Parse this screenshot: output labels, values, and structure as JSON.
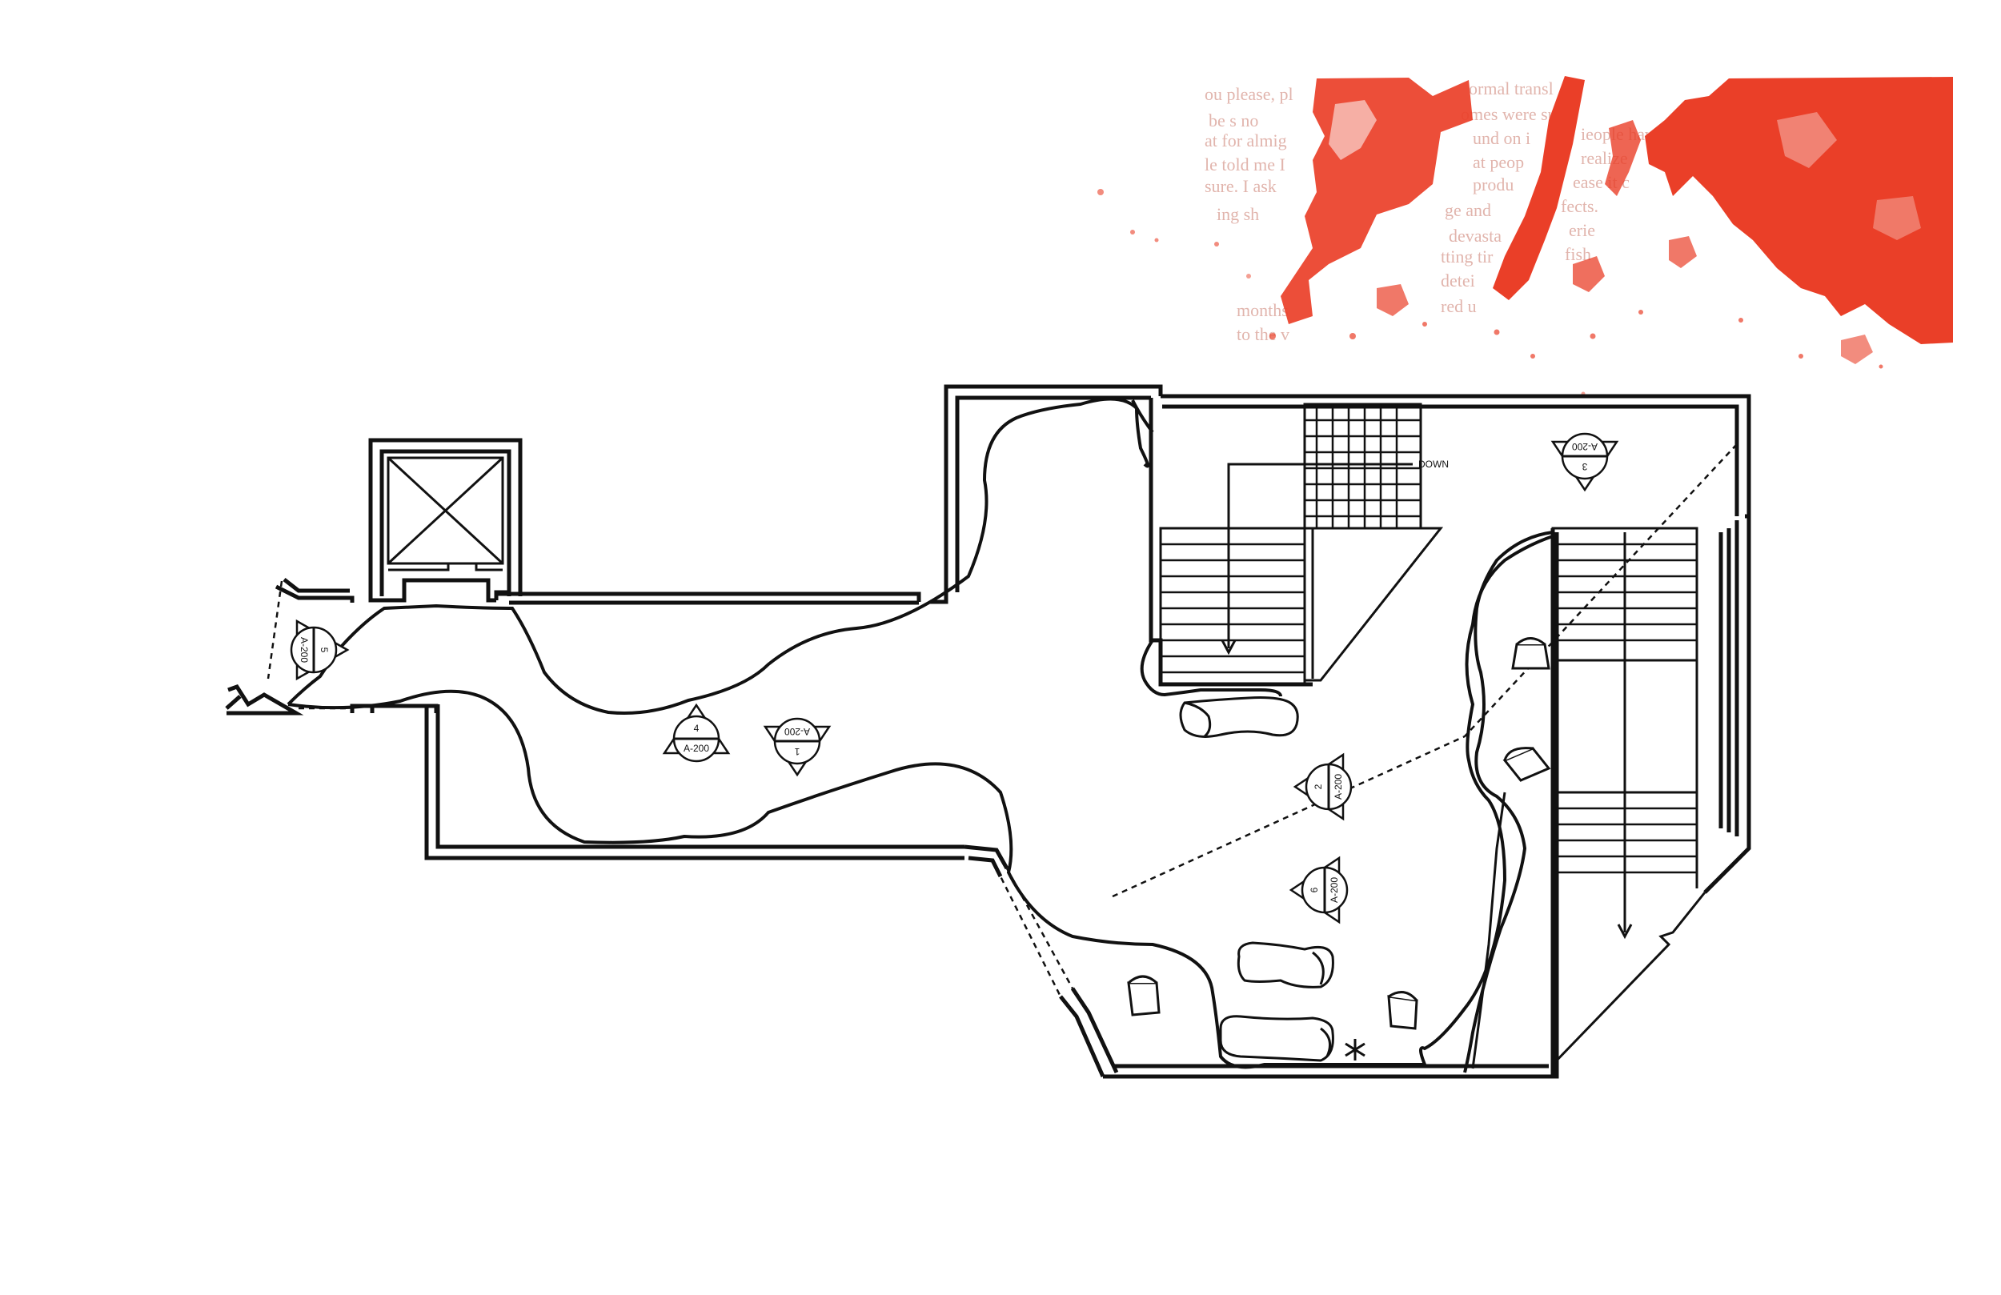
{
  "colors": {
    "line": "#111111",
    "paint": "#ea3f28",
    "background": "#ffffff"
  },
  "collage": {
    "text_fragments": [
      "ou please, pl",
      "ormal transl",
      "be s no",
      "omes were su",
      "at for almig",
      "und on i",
      "ieople have",
      "le told me I",
      "at peop",
      "realize",
      "sure. I ask",
      "produ",
      "ease it c",
      "ing sh",
      "ge and",
      "fects.",
      "devasta",
      "erie",
      "tting tir",
      "fish",
      "detei",
      "months",
      "red u",
      "to the v"
    ]
  },
  "plan": {
    "stair_label": "DOWN",
    "section_tags": [
      {
        "number": "5",
        "sheet": "A-200"
      },
      {
        "number": "4",
        "sheet": "A-200"
      },
      {
        "number": "1",
        "sheet": "A-200"
      },
      {
        "number": "3",
        "sheet": "A-200"
      },
      {
        "number": "2",
        "sheet": "A-200"
      },
      {
        "number": "6",
        "sheet": "A-200"
      }
    ]
  }
}
